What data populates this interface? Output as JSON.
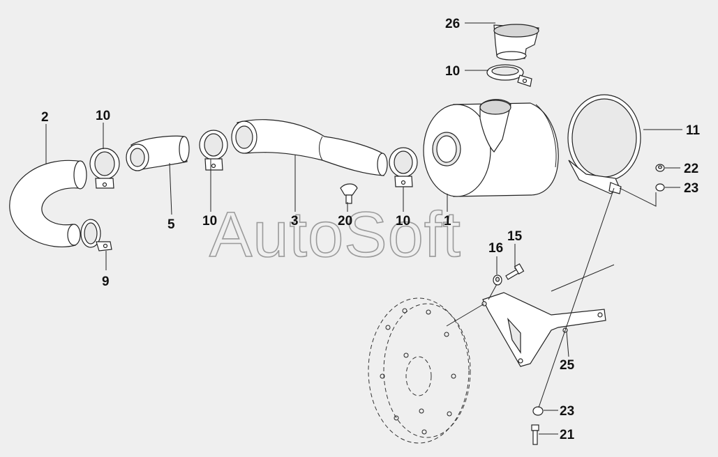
{
  "watermark": "AutoSoft",
  "callouts": [
    {
      "id": "c26",
      "label": "26"
    },
    {
      "id": "c10a",
      "label": "10"
    },
    {
      "id": "c2",
      "label": "2"
    },
    {
      "id": "c10b",
      "label": "10"
    },
    {
      "id": "c11",
      "label": "11"
    },
    {
      "id": "c22",
      "label": "22"
    },
    {
      "id": "c23a",
      "label": "23"
    },
    {
      "id": "c5",
      "label": "5"
    },
    {
      "id": "c10c",
      "label": "10"
    },
    {
      "id": "c3",
      "label": "3"
    },
    {
      "id": "c20",
      "label": "20"
    },
    {
      "id": "c10d",
      "label": "10"
    },
    {
      "id": "c1",
      "label": "1"
    },
    {
      "id": "c15",
      "label": "15"
    },
    {
      "id": "c16",
      "label": "16"
    },
    {
      "id": "c9",
      "label": "9"
    },
    {
      "id": "c25",
      "label": "25"
    },
    {
      "id": "c23b",
      "label": "23"
    },
    {
      "id": "c21",
      "label": "21"
    }
  ]
}
